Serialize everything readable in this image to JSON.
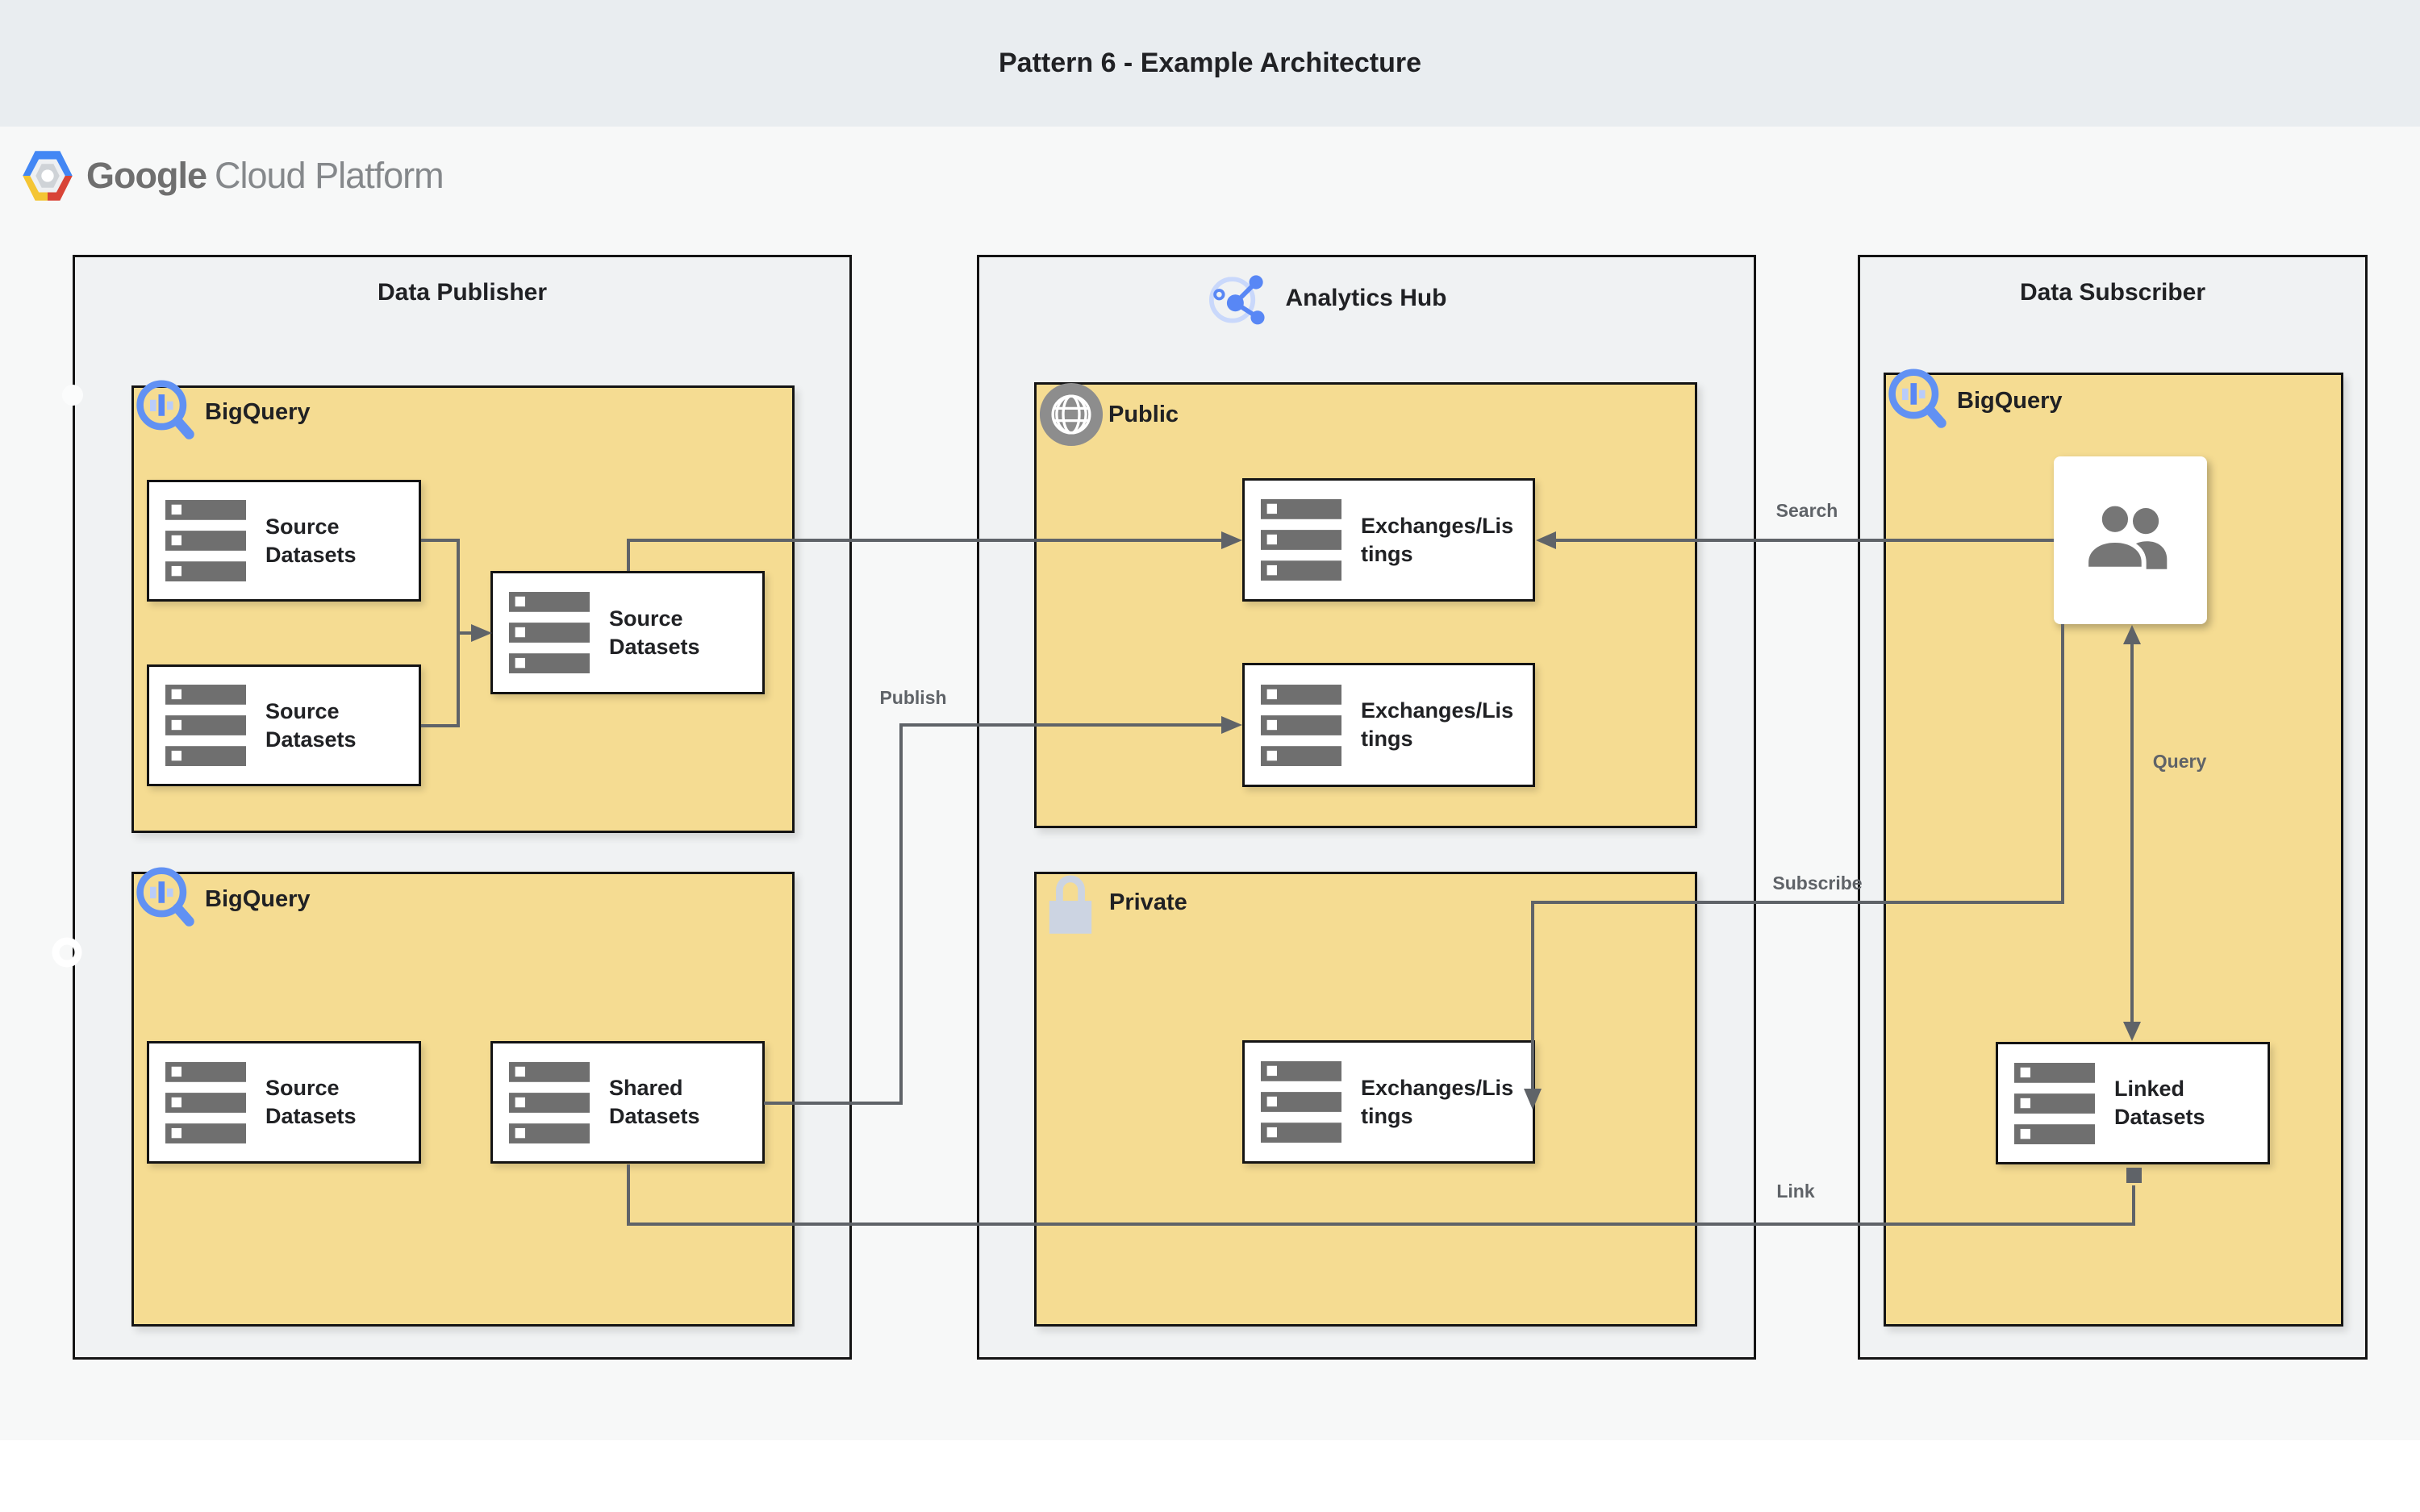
{
  "header": {
    "title": "Pattern 6 - Example Architecture"
  },
  "brand": {
    "bold": "Google",
    "light": "Cloud Platform"
  },
  "colors": {
    "header_bg": "#e9edf0",
    "canvas_bg": "#f7f8f8",
    "container_bg": "#f0f2f3",
    "section_yellow": "#f5dc92",
    "border_black": "#141414",
    "connector_gray": "#5f6368",
    "bigquery_blue": "#5887f5",
    "dataset_gray": "#6f6f6f",
    "text_dark": "#202124"
  },
  "publisher": {
    "title": "Data Publisher",
    "top": {
      "service": "BigQuery",
      "boxes": [
        {
          "lines": [
            "Source",
            "Datasets"
          ]
        },
        {
          "lines": [
            "Source",
            "Datasets"
          ]
        },
        {
          "lines": [
            "Source",
            "Datasets"
          ]
        }
      ]
    },
    "bottom": {
      "service": "BigQuery",
      "boxes": [
        {
          "lines": [
            "Source",
            "Datasets"
          ]
        },
        {
          "lines": [
            "Shared",
            "Datasets"
          ]
        }
      ]
    }
  },
  "hub": {
    "title": "Analytics Hub",
    "public": {
      "label": "Public",
      "boxes": [
        {
          "lines": [
            "Exchanges/Lis",
            "tings"
          ]
        },
        {
          "lines": [
            "Exchanges/Lis",
            "tings"
          ]
        }
      ]
    },
    "private": {
      "label": "Private",
      "boxes": [
        {
          "lines": [
            "Exchanges/Lis",
            "tings"
          ]
        }
      ]
    }
  },
  "subscriber": {
    "title": "Data Subscriber",
    "service": "BigQuery",
    "linked": {
      "lines": [
        "Linked",
        "Datasets"
      ]
    }
  },
  "edges": {
    "search": "Search",
    "publish": "Publish",
    "subscribe": "Subscribe",
    "query": "Query",
    "link": "Link"
  }
}
